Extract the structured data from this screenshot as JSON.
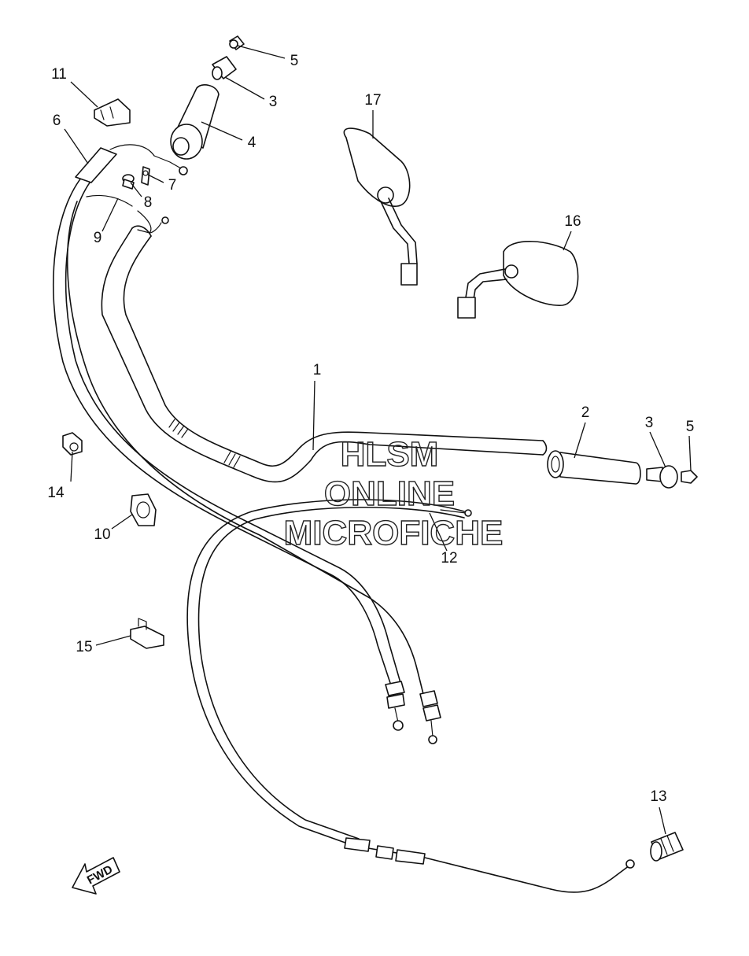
{
  "diagram": {
    "callouts": [
      "1",
      "2",
      "3",
      "3",
      "4",
      "5",
      "5",
      "6",
      "7",
      "8",
      "9",
      "10",
      "11",
      "12",
      "13",
      "14",
      "15",
      "16",
      "17"
    ],
    "watermark": {
      "line1": "HLSM",
      "line2": "ONLINE",
      "line3": "MICROFICHE"
    },
    "fwd_label": "FWD"
  }
}
